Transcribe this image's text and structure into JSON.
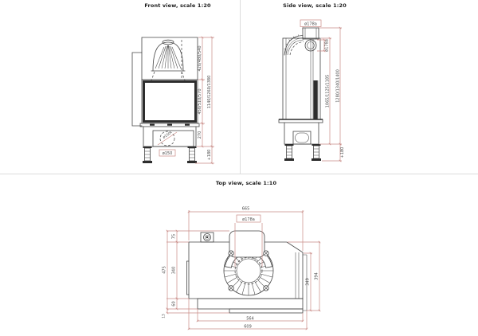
{
  "colors": {
    "background": "#ffffff",
    "drawing_line": "#454545",
    "dimension_line": "#c98b86",
    "dimension_text": "#4a4a4a",
    "divider": "#dcdcdc",
    "dark_fill": "#2d2d2d"
  },
  "front_view": {
    "title": "Front view, scale 1:20",
    "dim_upper_height": "420/480/540",
    "dim_glass_height": "450/510/570",
    "dim_base_height": "270",
    "dim_total_height": "1140/1260/1380",
    "dim_leg_height": "+180",
    "label_air_inlet": "ø150",
    "label_air_inlet_boxed": "ø150"
  },
  "side_view": {
    "title": "Side view, scale 1:20",
    "label_flue_top": "ø178a",
    "dim_flue_diameter": "ø178a",
    "dim_flue_height": "1065/1125/1185",
    "dim_total_height": "1280/1340/1400",
    "dim_leg_height": "+180"
  },
  "top_view": {
    "title": "Top view, scale 1:10",
    "dim_overall_width": "665",
    "label_flue": "ø178a",
    "dim_depth_back": "75",
    "dim_depth_body": "340",
    "dim_depth_front": "60",
    "dim_depth_total": "475",
    "dim_plate_offset": "13",
    "dim_right_inner": "349",
    "dim_right_outer": "394",
    "dim_width_inner": "564",
    "dim_width_outer": "609"
  }
}
